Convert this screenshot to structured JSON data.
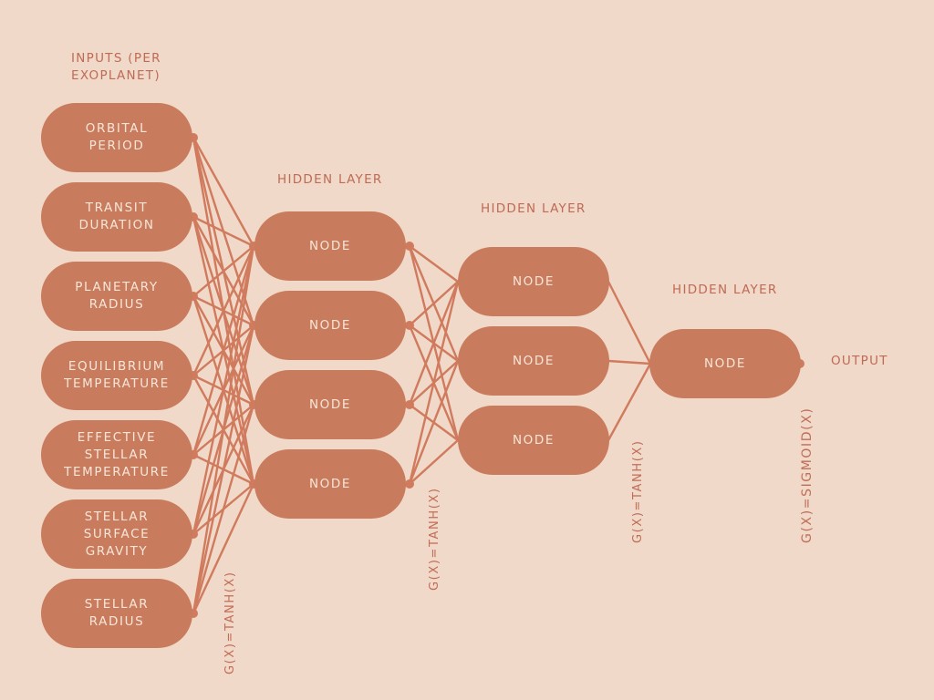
{
  "inputs_header": "INPUTS (PER EXOPLANET)",
  "inputs": [
    "ORBITAL PERIOD",
    "TRANSIT DURATION",
    "PLANETARY RADIUS",
    "EQUILIBRIUM TEMPERATURE",
    "EFFECTIVE STELLAR TEMPERATURE",
    "STELLAR SURFACE GRAVITY",
    "STELLAR RADIUS"
  ],
  "hidden_layers": [
    {
      "label": "HIDDEN LAYER",
      "nodes": [
        "NODE",
        "NODE",
        "NODE",
        "NODE"
      ],
      "activation": "G(X)=TANH(X)"
    },
    {
      "label": "HIDDEN LAYER",
      "nodes": [
        "NODE",
        "NODE",
        "NODE"
      ],
      "activation": "G(X)=TANH(X)"
    },
    {
      "label": "HIDDEN LAYER",
      "nodes": [
        "NODE"
      ],
      "activation": "G(X)=TANH(X)"
    }
  ],
  "output": {
    "label": "OUTPUT",
    "activation": "G(X)=SIGMOID(X)"
  },
  "colors": {
    "background": "#f0d9c8",
    "node_fill": "#c97b5d",
    "node_text": "#f7e6d8",
    "connection": "#d07a5e",
    "label_text": "#bf6a56"
  }
}
